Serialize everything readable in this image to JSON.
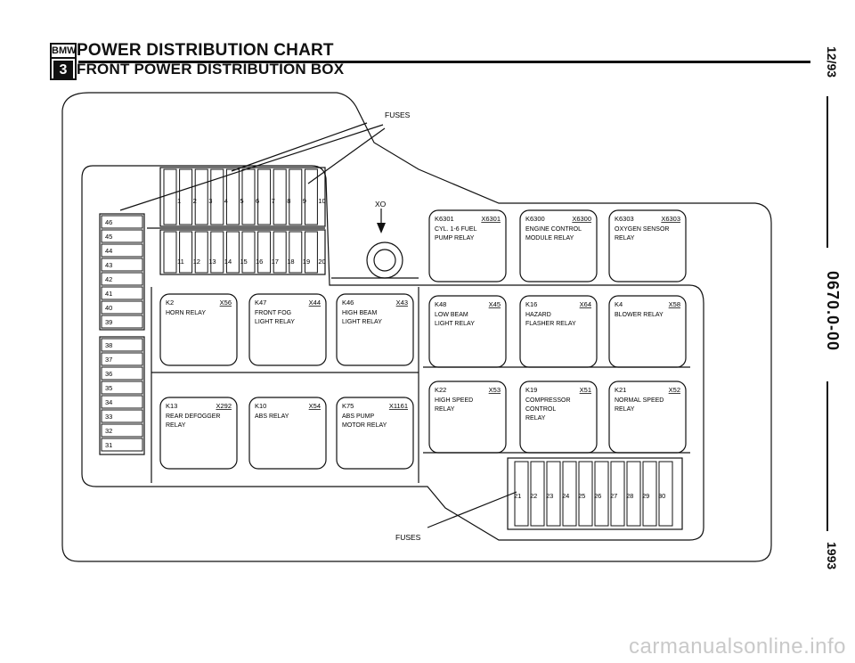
{
  "logo": {
    "brand": "BMW",
    "series": "3"
  },
  "header": {
    "title": "POWER DISTRIBUTION CHART",
    "subtitle": "FRONT POWER DISTRIBUTION BOX"
  },
  "side": {
    "date": "12/93",
    "code": "0670.0-00",
    "year": "1993"
  },
  "labels": {
    "fuses_top": "FUSES",
    "fuses_bottom": "FUSES",
    "xo": "XO"
  },
  "fuses_top_row1": [
    "1",
    "2",
    "3",
    "4",
    "5",
    "6",
    "7",
    "8",
    "9",
    "10"
  ],
  "fuses_top_row2": [
    "11",
    "12",
    "13",
    "14",
    "15",
    "16",
    "17",
    "18",
    "19",
    "20"
  ],
  "fuses_right": [
    "21",
    "22",
    "23",
    "24",
    "25",
    "26",
    "27",
    "28",
    "29",
    "30"
  ],
  "fuses_left_group1": [
    "46",
    "45",
    "44",
    "43",
    "42",
    "41",
    "40",
    "39"
  ],
  "fuses_left_group2": [
    "38",
    "37",
    "36",
    "35",
    "34",
    "33",
    "32",
    "31"
  ],
  "relays": [
    {
      "id": "K6301",
      "conn": "X6301",
      "lines": [
        "CYL. 1-6 FUEL",
        "PUMP RELAY"
      ]
    },
    {
      "id": "K6300",
      "conn": "X6300",
      "lines": [
        "ENGINE CONTROL",
        "MODULE RELAY"
      ]
    },
    {
      "id": "K6303",
      "conn": "X6303",
      "lines": [
        "OXYGEN SENSOR",
        "RELAY"
      ]
    },
    {
      "id": "K2",
      "conn": "X56",
      "lines": [
        "HORN RELAY"
      ]
    },
    {
      "id": "K47",
      "conn": "X44",
      "lines": [
        "FRONT FOG",
        "LIGHT RELAY"
      ]
    },
    {
      "id": "K46",
      "conn": "X43",
      "lines": [
        "HIGH BEAM",
        "LIGHT RELAY"
      ]
    },
    {
      "id": "K48",
      "conn": "X45",
      "lines": [
        "LOW BEAM",
        "LIGHT RELAY"
      ]
    },
    {
      "id": "K16",
      "conn": "X64",
      "lines": [
        "HAZARD",
        "FLASHER RELAY"
      ]
    },
    {
      "id": "K4",
      "conn": "X58",
      "lines": [
        "BLOWER RELAY"
      ]
    },
    {
      "id": "K22",
      "conn": "X53",
      "lines": [
        "HIGH SPEED",
        "RELAY"
      ]
    },
    {
      "id": "K19",
      "conn": "X51",
      "lines": [
        "COMPRESSOR",
        "CONTROL",
        "RELAY"
      ]
    },
    {
      "id": "K21",
      "conn": "X52",
      "lines": [
        "NORMAL SPEED",
        "RELAY"
      ]
    },
    {
      "id": "K13",
      "conn": "X292",
      "lines": [
        "REAR DEFOGGER",
        "RELAY"
      ]
    },
    {
      "id": "K10",
      "conn": "X54",
      "lines": [
        "ABS RELAY"
      ]
    },
    {
      "id": "K75",
      "conn": "X1161",
      "lines": [
        "ABS PUMP",
        "MOTOR RELAY"
      ]
    }
  ],
  "watermark": "carmanualsonline.info"
}
